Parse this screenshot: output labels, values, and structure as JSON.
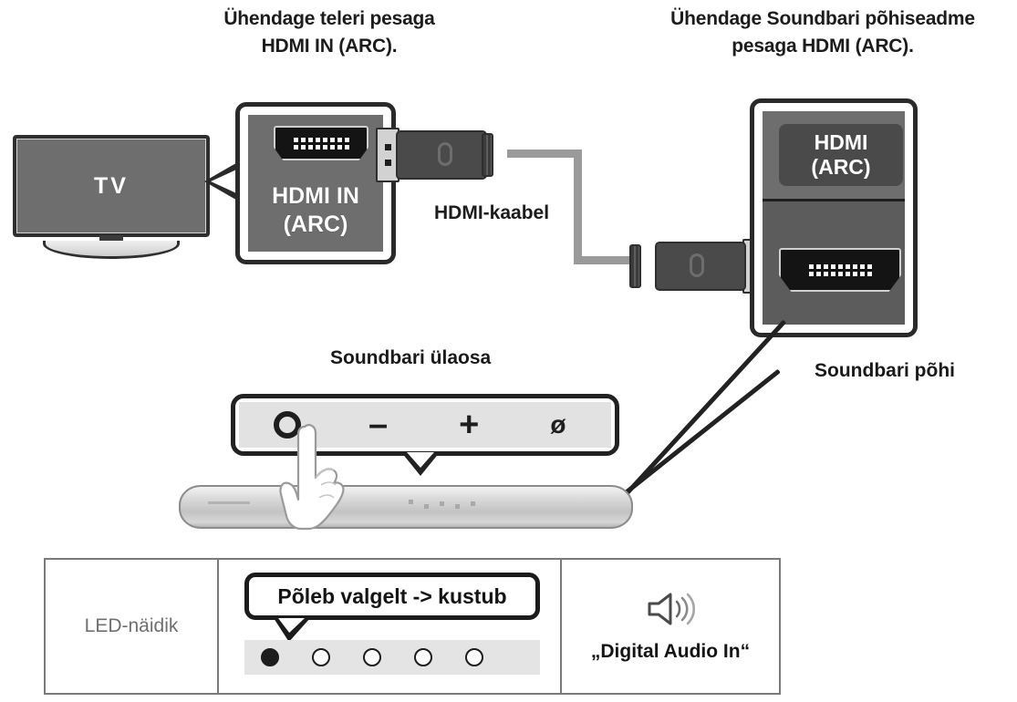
{
  "headings": {
    "left": "Ühendage teleri pesaga\nHDMI IN (ARC).",
    "left_line1": "Ühendage teleri pesaga",
    "left_line2": "HDMI IN (ARC).",
    "right_line1": "Ühendage Soundbari põhiseadme",
    "right_line2": "pesaga HDMI (ARC)."
  },
  "tv": {
    "screen_label": "TV"
  },
  "callout_tv": {
    "port_label": "HDMI IN\n(ARC)"
  },
  "callout_soundbar": {
    "plate_label": "HDMI\n(ARC)"
  },
  "cable": {
    "label": "HDMI-kaabel"
  },
  "labels": {
    "soundbar_top": "Soundbari ülaosa",
    "soundbar_base": "Soundbari põhi"
  },
  "control_panel": {
    "power": "",
    "minus": "–",
    "plus": "+",
    "mute": "ø"
  },
  "led_table": {
    "row_label": "LED-näidik",
    "bubble_text": "Põleb valgelt -> kustub",
    "leds": [
      {
        "state": "on"
      },
      {
        "state": "off"
      },
      {
        "state": "off"
      },
      {
        "state": "off"
      },
      {
        "state": "off"
      }
    ],
    "audio_text": "„Digital Audio In“"
  },
  "colors": {
    "ink": "#1c1c1c",
    "device_gray": "#6e6e6e",
    "plate_gray": "#4a4a4a",
    "strip_gray": "#e4e4e4",
    "table_border": "#7a7a7a"
  }
}
